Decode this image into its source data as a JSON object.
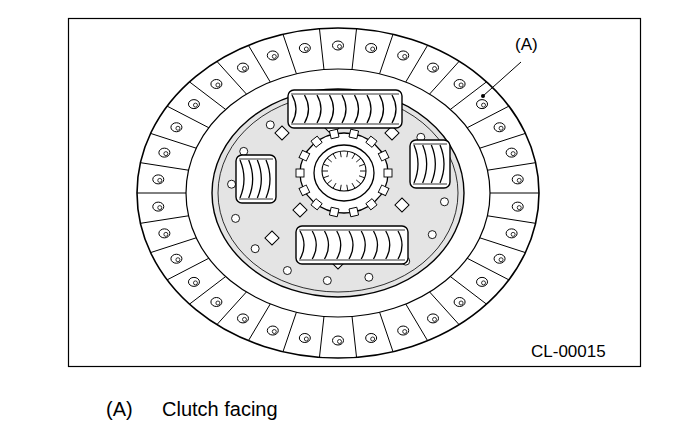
{
  "diagram": {
    "labels": [
      "(A)",
      "CL-00015",
      "(A)",
      "Clutch facing"
    ]
  }
}
